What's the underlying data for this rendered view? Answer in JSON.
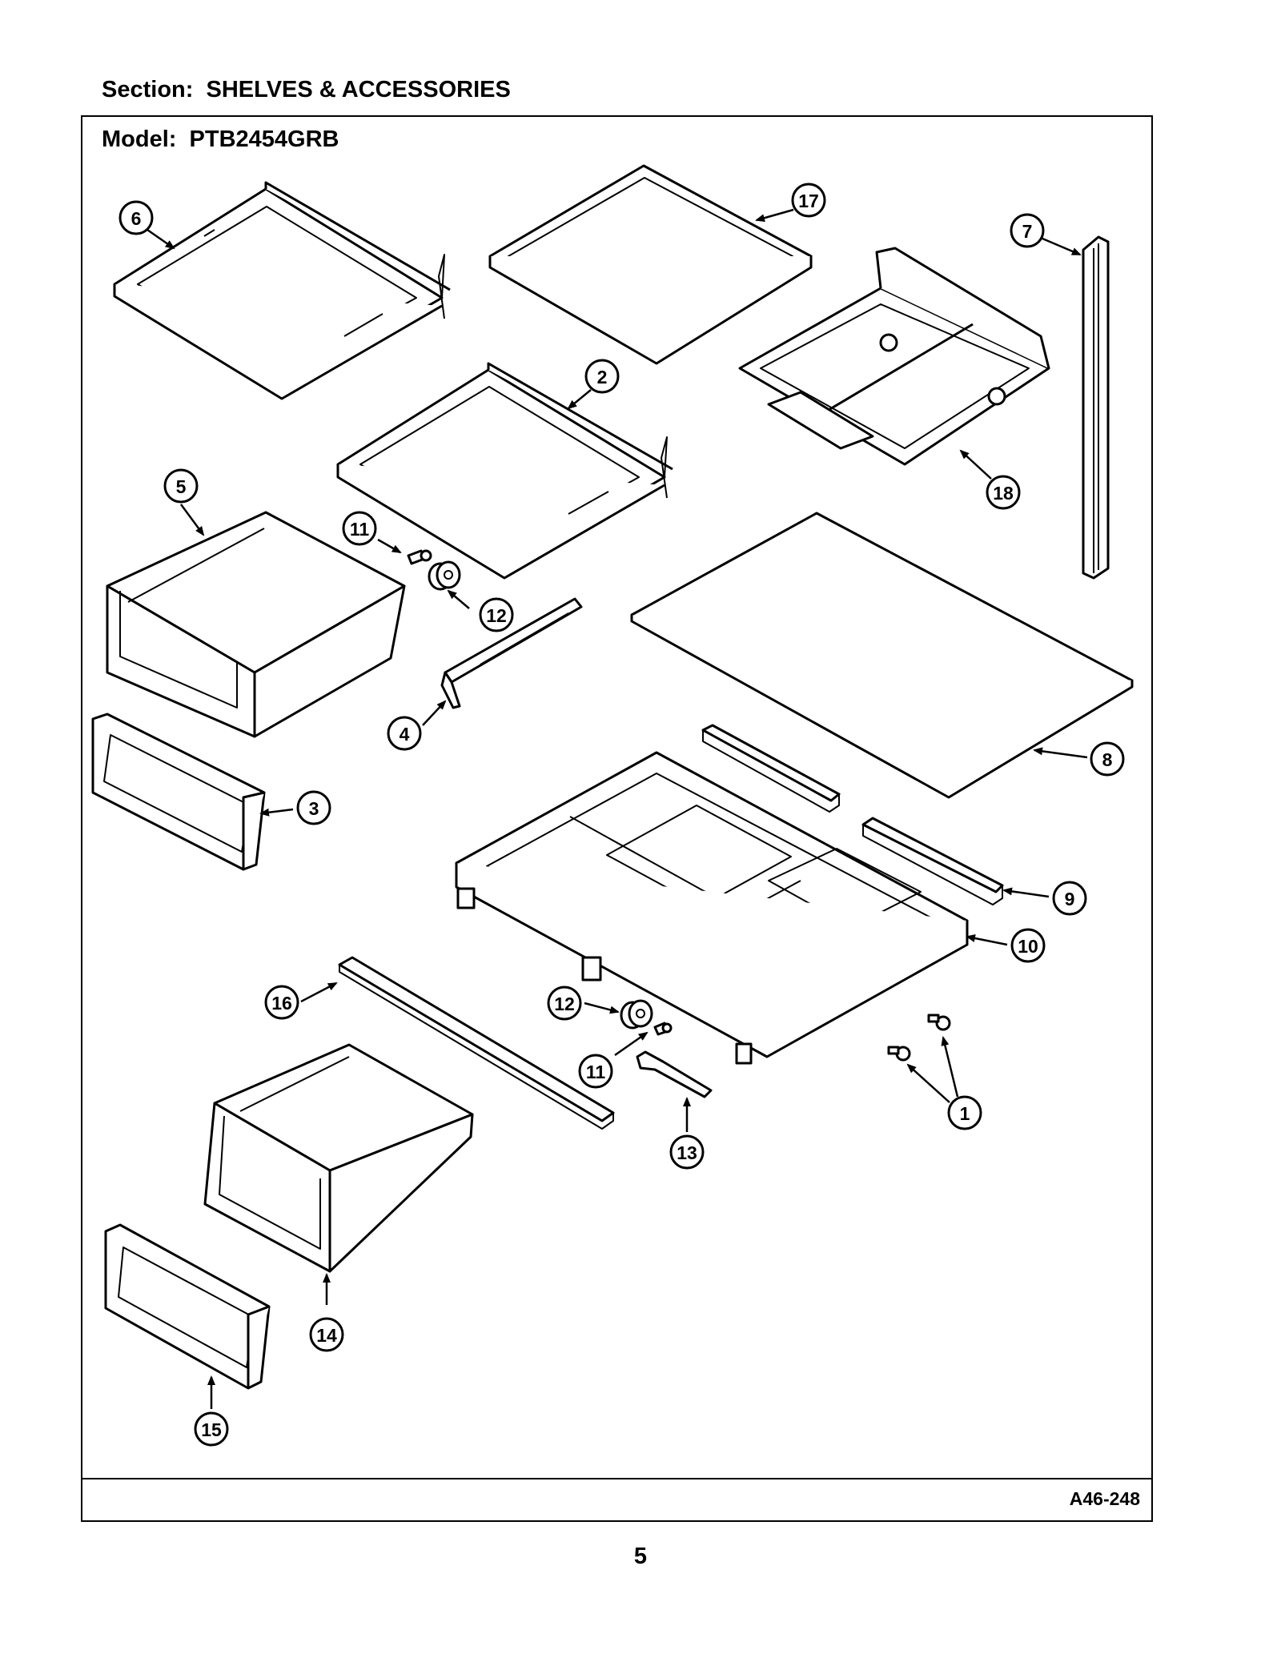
{
  "header": {
    "section": "Section:  SHELVES & ACCESSORIES",
    "model": "Model:  PTB2454GRB"
  },
  "footer": {
    "diagram_id": "A46-248",
    "page_number": "5"
  },
  "callouts": [
    "6",
    "17",
    "7",
    "2",
    "18",
    "5",
    "11",
    "12",
    "4",
    "8",
    "3",
    "9",
    "10",
    "16",
    "12",
    "11",
    "1",
    "13",
    "14",
    "15"
  ]
}
